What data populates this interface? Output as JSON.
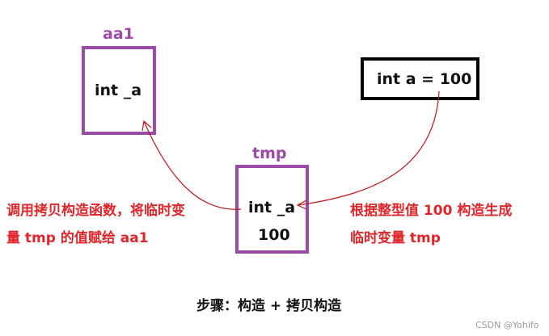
{
  "objects": {
    "aa1": {
      "name": "aa1",
      "member": "int _a"
    },
    "tmp": {
      "name": "tmp",
      "member": "int _a",
      "value": "100"
    },
    "source": {
      "text": "int a = 100"
    }
  },
  "annotations": {
    "left_line1": "调用拷贝构造函数，将临时变",
    "left_line2": "量 tmp 的值赋给 aa1",
    "right_line1": "根据整型值 100 构造生成",
    "right_line2": "临时变量 tmp"
  },
  "caption": "步骤：构造 + 拷贝构造",
  "watermark": "CSDN @Yohifo",
  "colors": {
    "box": "#9b4aa8",
    "arrow": "#c0161c",
    "annotation": "#e0262a",
    "source_box": "#000000"
  }
}
